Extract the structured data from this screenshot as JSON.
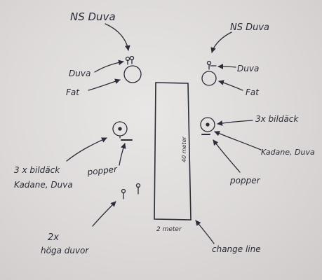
{
  "colors": {
    "ink": "#2a2c37",
    "paper": "#dedbda"
  },
  "labels": {
    "ns_duva_left": "NS Duva",
    "ns_duva_right": "NS Duva",
    "duva_left": "Duva",
    "duva_right": "Duva",
    "fat_left": "Fat",
    "fat_right": "Fat",
    "bildack_left_line1": "3 x bildäck",
    "bildack_left_line2": "Kadane, Duva",
    "bildack_right": "3x bildäck",
    "kadane_right": "Kadane, Duva",
    "popper_left": "popper",
    "popper_right": "popper",
    "hoga_line1": "2x",
    "hoga_line2": "höga duvor",
    "rect_length": "40 meter",
    "rect_width": "2 meter",
    "change_line": "change line"
  }
}
